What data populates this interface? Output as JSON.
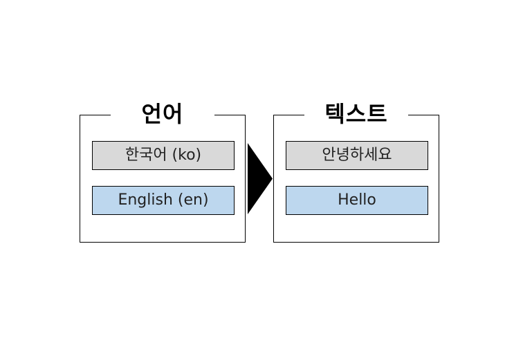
{
  "colors": {
    "outline": "#000000",
    "source_box_fill": "#d9d9d9",
    "target_box_fill": "#bdd7ee",
    "arrow_fill": "#000000"
  },
  "left_panel": {
    "title": "언어",
    "items": [
      {
        "label": "한국어 (ko)"
      },
      {
        "label": "English (en)"
      }
    ]
  },
  "arrow": {
    "icon": "right-arrow-chevron-icon"
  },
  "right_panel": {
    "title": "텍스트",
    "items": [
      {
        "label": "안녕하세요"
      },
      {
        "label": "Hello"
      }
    ]
  }
}
